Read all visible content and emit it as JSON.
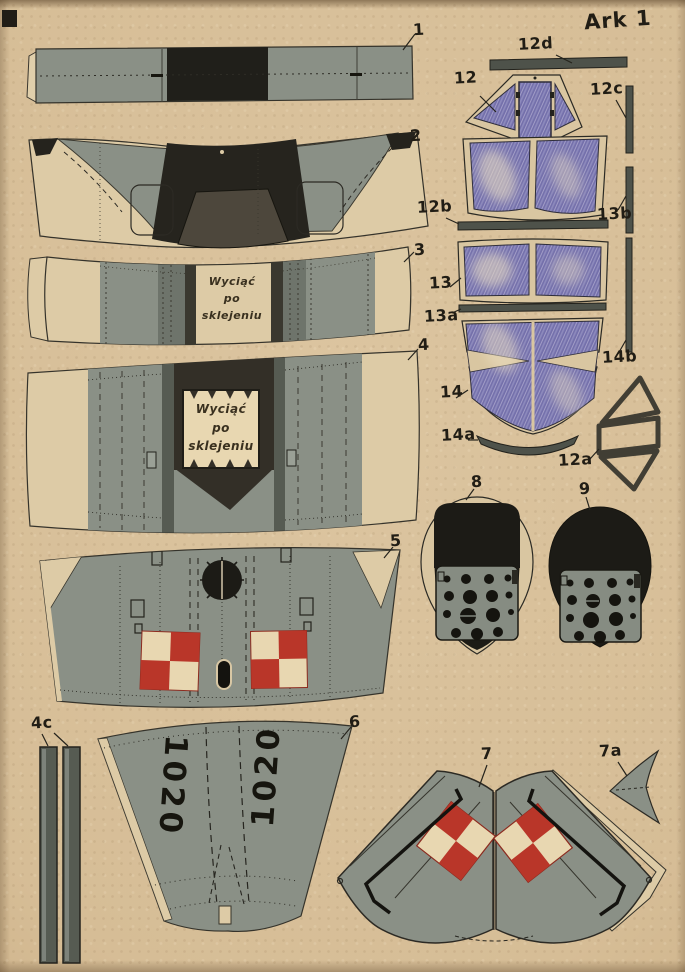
{
  "sheet": {
    "title": "Ark 1"
  },
  "notes": {
    "cut_after_gluing": "Wyciąć\npo\nsklejeniu"
  },
  "markings": {
    "tail_number": "1020"
  },
  "labels": {
    "p1": "1",
    "p2": "2",
    "p3": "3",
    "p4": "4",
    "p4c": "4c",
    "p5": "5",
    "p6": "6",
    "p7": "7",
    "p7a": "7a",
    "p8": "8",
    "p9": "9",
    "p12": "12",
    "p12a": "12a",
    "p12b": "12b",
    "p12c": "12c",
    "p12d": "12d",
    "p13": "13",
    "p13a": "13a",
    "p13b": "13b",
    "p14": "14",
    "p14a": "14a",
    "p14b": "14b"
  },
  "colors": {
    "paper": "#d5bc95",
    "part_gray": "#8a9086",
    "ink_black": "#1c1b16",
    "canopy_purple": "#7470ab",
    "insignia_red": "#b93629",
    "cream": "#e6d5b0",
    "dark_strip": "#4e524a"
  }
}
